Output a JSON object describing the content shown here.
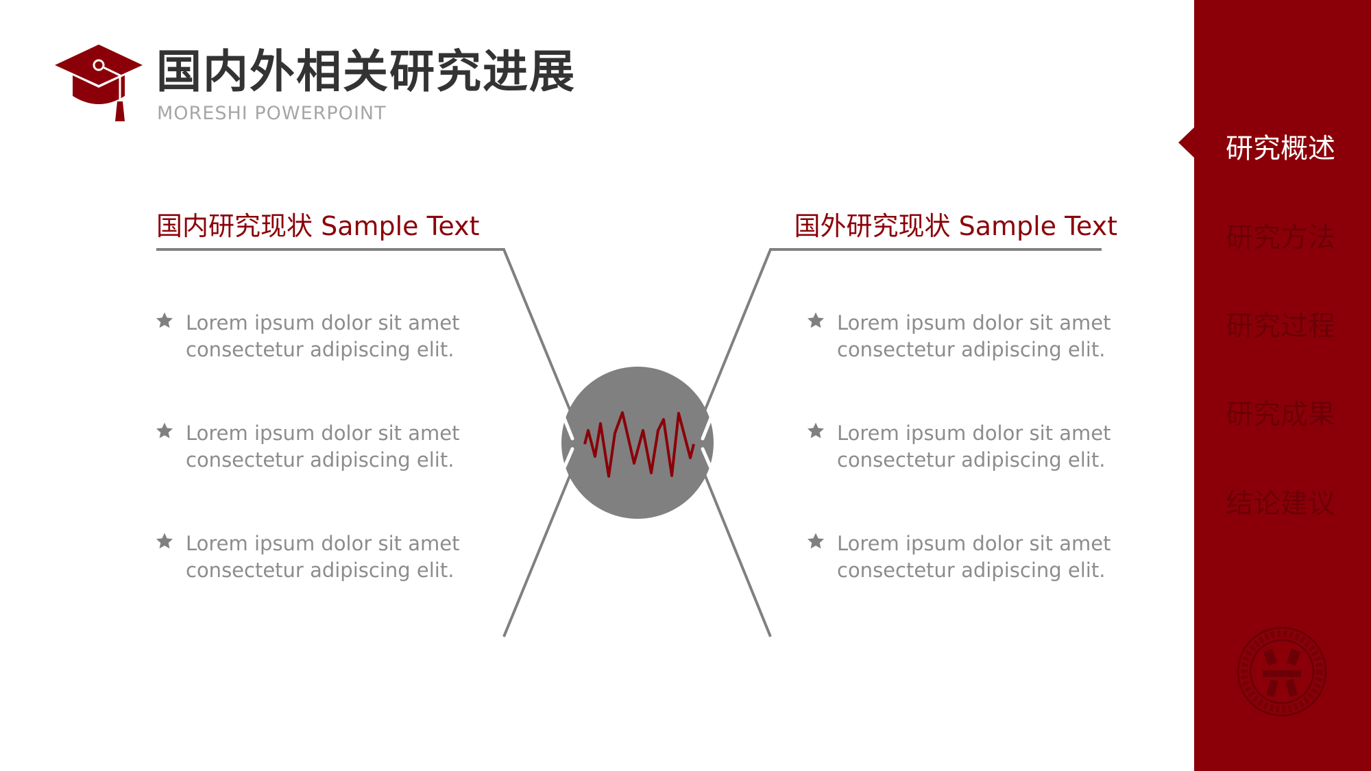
{
  "header": {
    "title": "国内外相关研究进展",
    "subtitle": "MORESHI POWERPOINT",
    "icon": "graduation-cap-icon"
  },
  "left_section": {
    "heading": "国内研究现状  Sample Text",
    "bullets": [
      "Lorem ipsum dolor sit amet consectetur adipiscing elit.",
      "Lorem ipsum dolor sit amet consectetur adipiscing elit.",
      "Lorem ipsum dolor sit amet consectetur adipiscing elit."
    ]
  },
  "right_section": {
    "heading": "国外研究现状  Sample Text",
    "bullets": [
      "Lorem ipsum dolor sit amet consectetur adipiscing elit.",
      "Lorem ipsum dolor sit amet consectetur adipiscing elit.",
      "Lorem ipsum dolor sit amet consectetur adipiscing elit."
    ]
  },
  "sidebar": {
    "items": [
      {
        "label": "研究概述",
        "active": true
      },
      {
        "label": "研究方法",
        "active": false
      },
      {
        "label": "研究过程",
        "active": false
      },
      {
        "label": "研究成果",
        "active": false
      },
      {
        "label": "结论建议",
        "active": false
      }
    ],
    "seal_icon": "university-seal-icon"
  },
  "colors": {
    "accent": "#8b0008",
    "title": "#333333",
    "text_gray": "#8c8c8c",
    "line_gray": "#808080",
    "circle_gray": "#808080"
  }
}
